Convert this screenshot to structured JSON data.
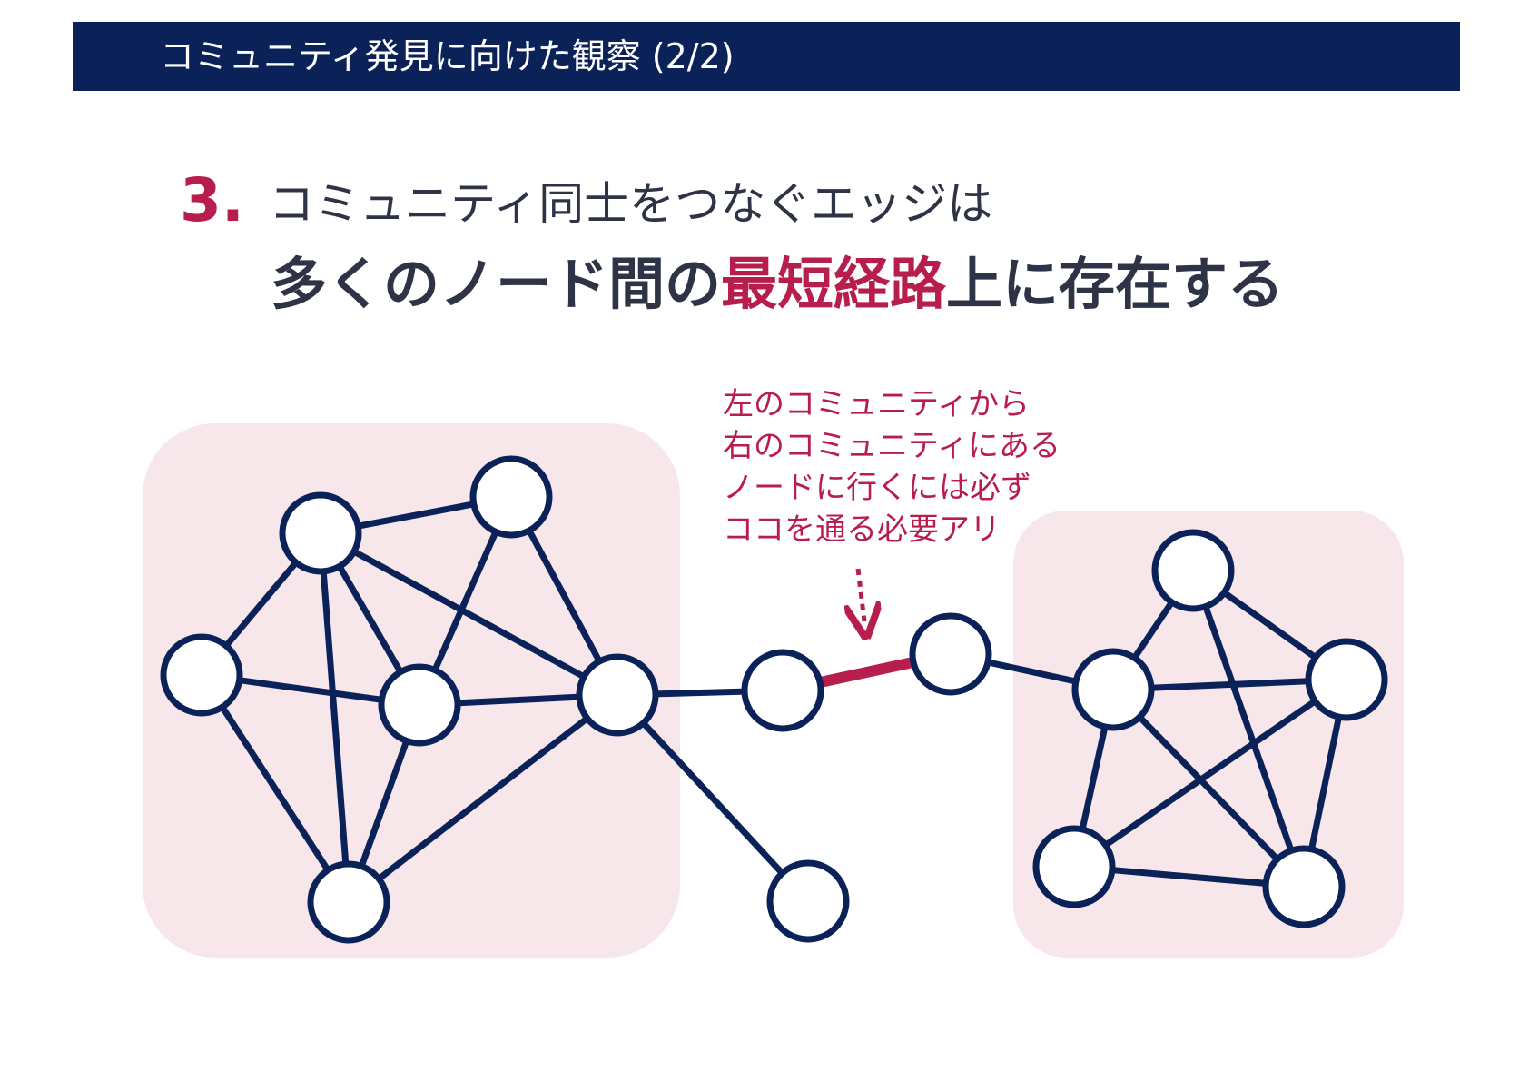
{
  "header": {
    "title": "コミュニティ発見に向けた観察 (2/2)"
  },
  "heading": {
    "number": "3.",
    "line1": "コミュニティ同士をつなぐエッジは",
    "line2_before": "多くのノード間の",
    "line2_highlight": "最短経路",
    "line2_after": "上に存在する"
  },
  "callout": {
    "lines": [
      "左のコミュニティから",
      "右のコミュニティにある",
      "ノードに行くには必ず",
      "ココを通る必要アリ"
    ]
  },
  "colors": {
    "navy": "#0b2259",
    "accent": "#b81e4d",
    "community_fill": "#f7e6ea",
    "text_dark": "#2e3345"
  },
  "graph": {
    "communities": [
      "left",
      "right"
    ],
    "nodes": [
      "L1",
      "L2",
      "L3",
      "L4",
      "L5",
      "L6",
      "B1",
      "B2",
      "B3",
      "R1",
      "R2",
      "R3",
      "R4",
      "R5"
    ],
    "edges": [
      [
        "L1",
        "L2"
      ],
      [
        "L1",
        "L3"
      ],
      [
        "L1",
        "L4"
      ],
      [
        "L1",
        "L5"
      ],
      [
        "L1",
        "L6"
      ],
      [
        "L2",
        "L4"
      ],
      [
        "L2",
        "L6"
      ],
      [
        "L3",
        "L4"
      ],
      [
        "L3",
        "L5"
      ],
      [
        "L4",
        "L5"
      ],
      [
        "L4",
        "L6"
      ],
      [
        "L5",
        "L6"
      ],
      [
        "L6",
        "B1"
      ],
      [
        "L6",
        "B3"
      ],
      [
        "B2",
        "R2"
      ],
      [
        "R1",
        "R2"
      ],
      [
        "R1",
        "R3"
      ],
      [
        "R1",
        "R5"
      ],
      [
        "R2",
        "R3"
      ],
      [
        "R2",
        "R4"
      ],
      [
        "R2",
        "R5"
      ],
      [
        "R3",
        "R4"
      ],
      [
        "R3",
        "R5"
      ],
      [
        "R4",
        "R5"
      ]
    ],
    "bridge_edge": [
      "B1",
      "B2"
    ]
  }
}
